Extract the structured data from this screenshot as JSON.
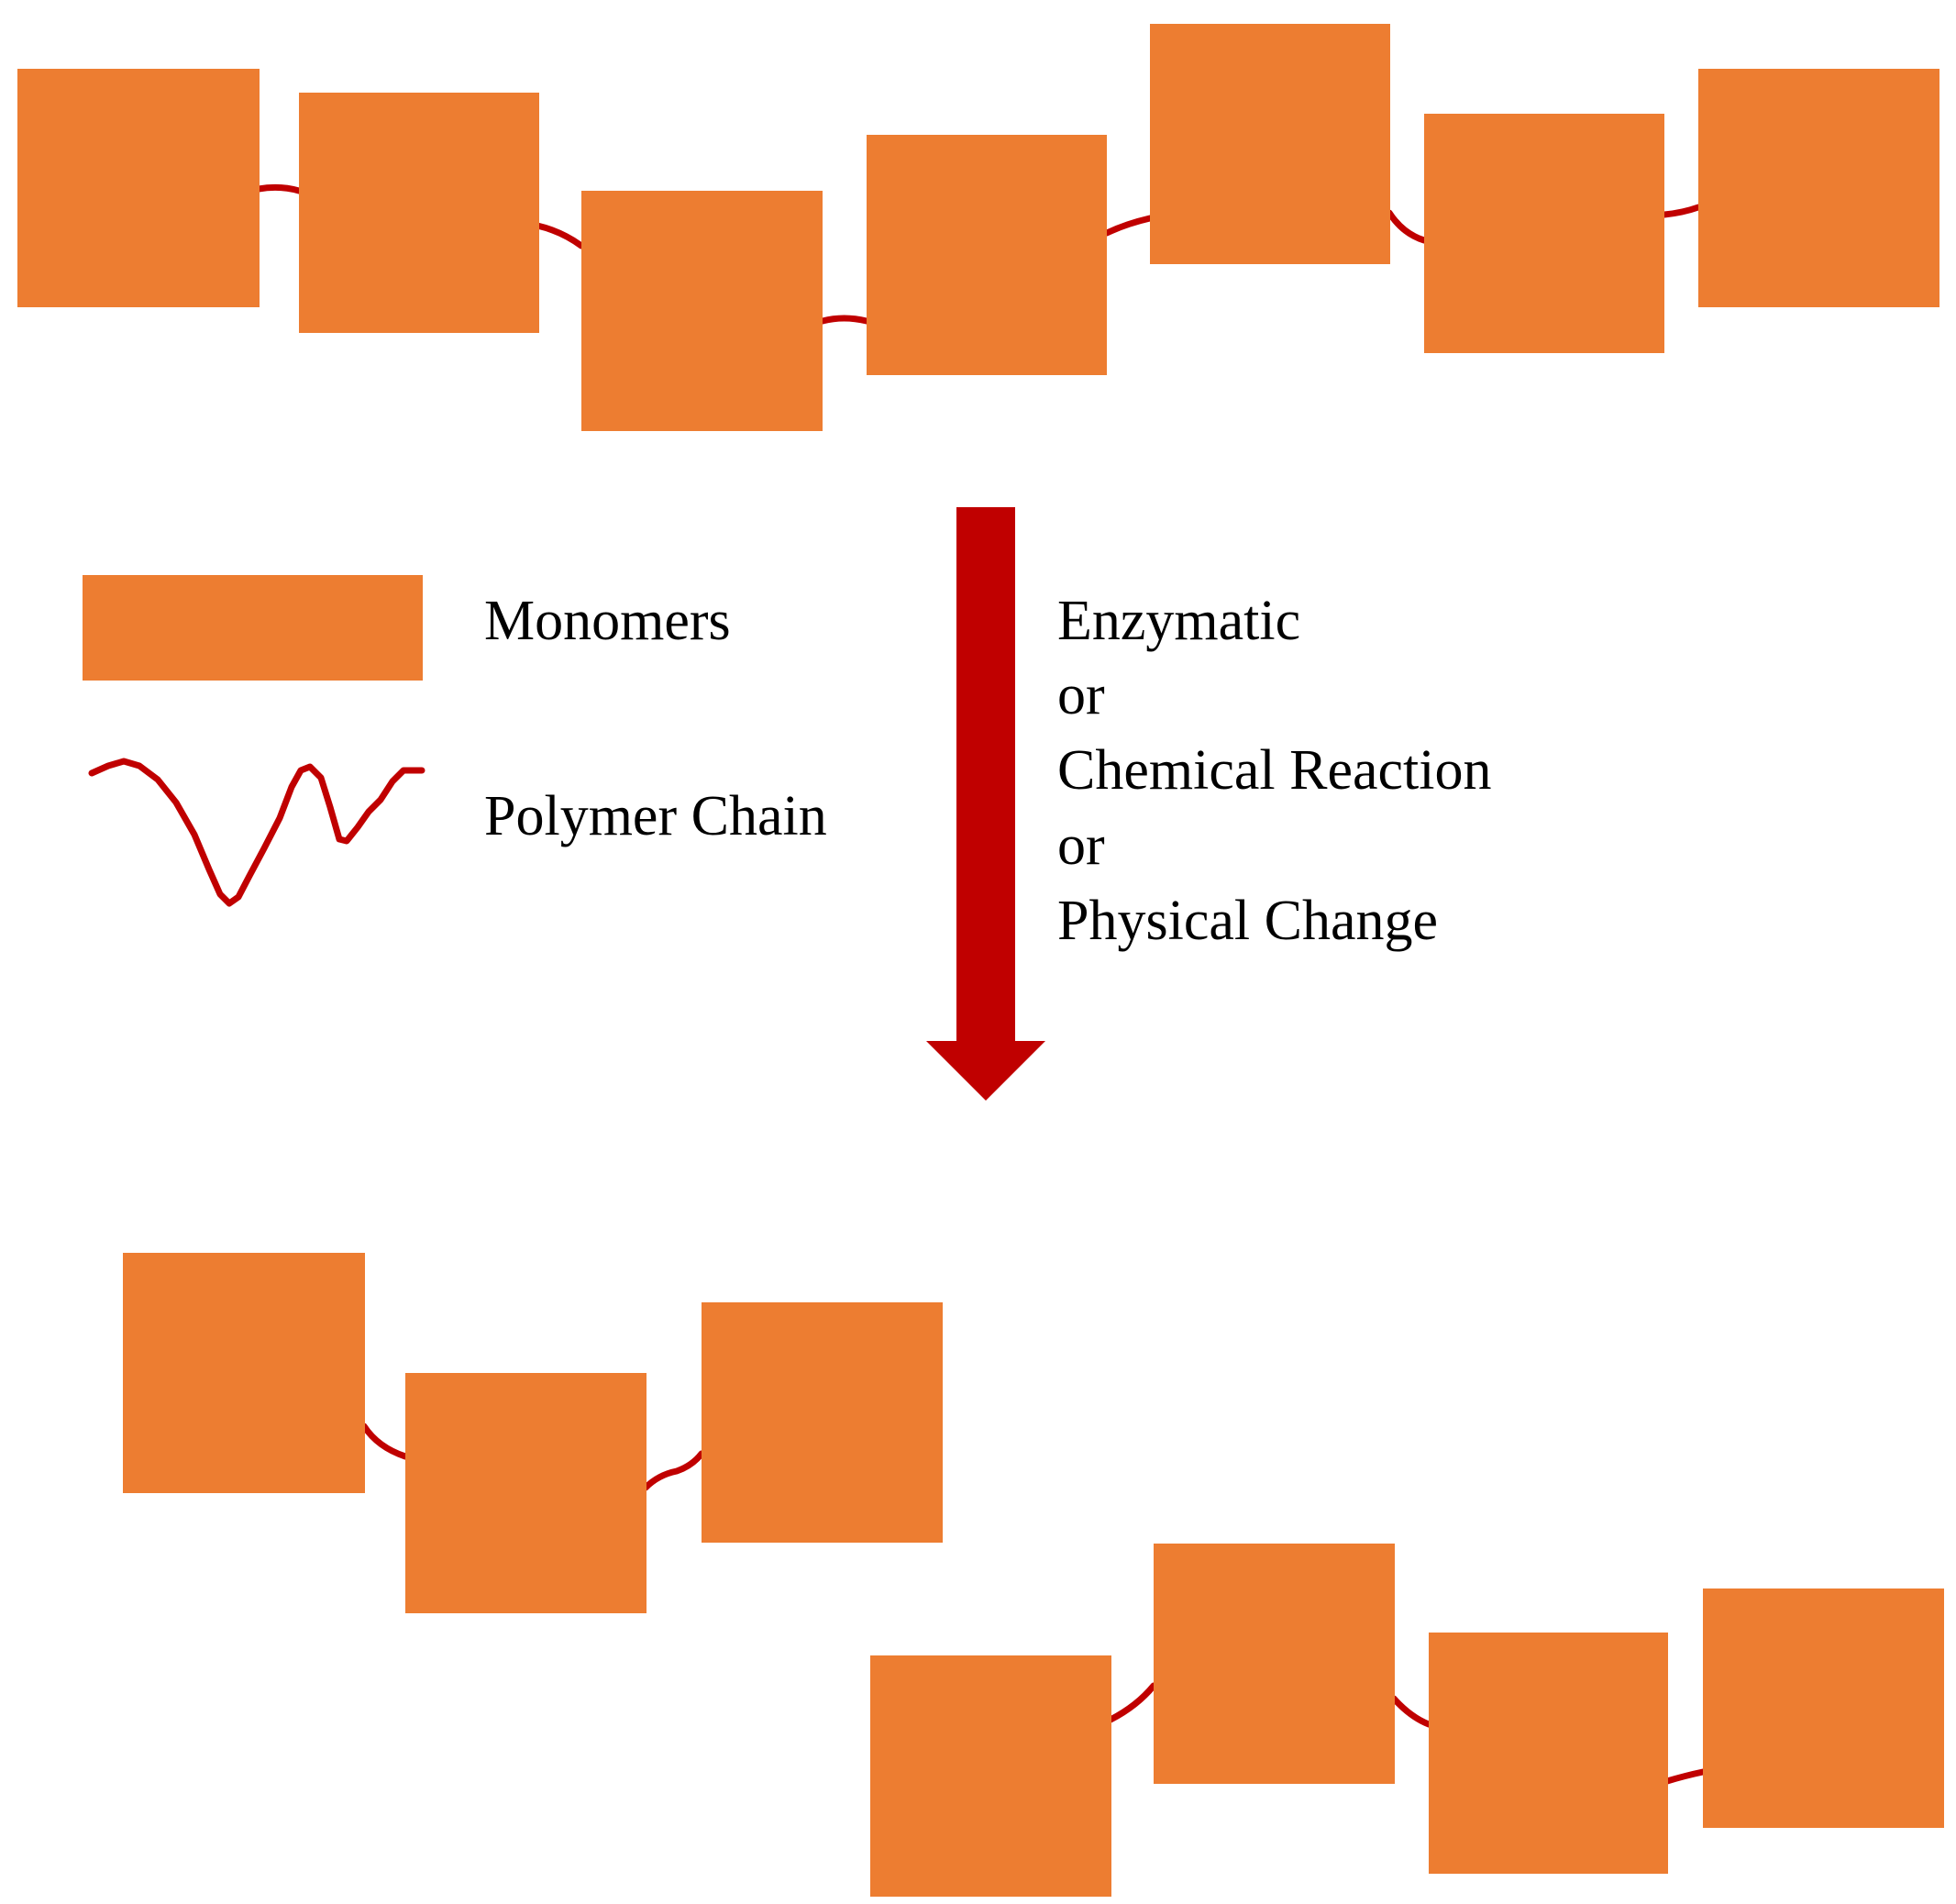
{
  "legend": {
    "monomers_label": "Monomers",
    "polymer_chain_label": "Polymer Chain"
  },
  "process": {
    "lines": [
      "Enzymatic",
      "or",
      "Chemical Reaction",
      "or",
      "Physical Change"
    ]
  },
  "colors": {
    "monomer": "#ED7D31",
    "chain": "#C00000",
    "arrow": "#C00000"
  },
  "icons": {
    "arrow": "arrow-down-icon"
  }
}
